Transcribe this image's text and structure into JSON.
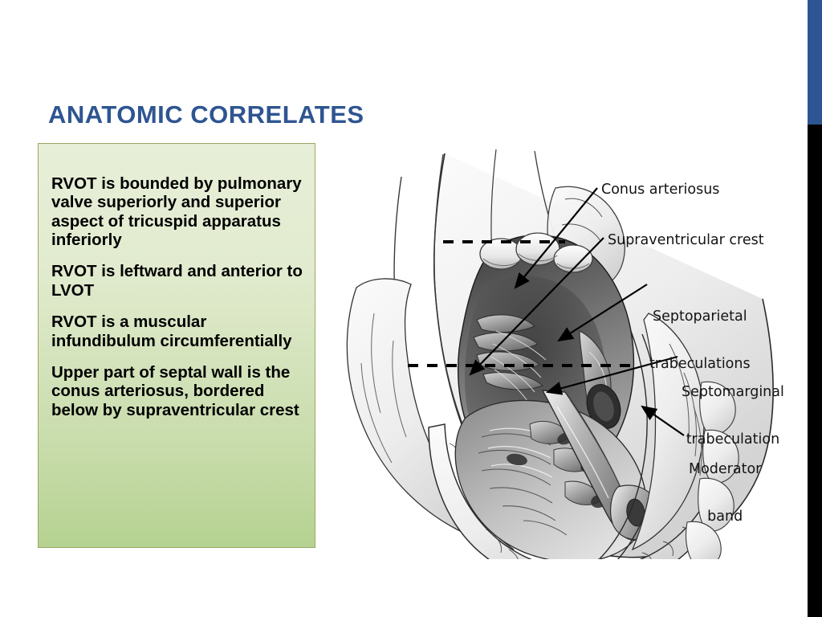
{
  "slide": {
    "title": "ANATOMIC CORRELATES",
    "accent_color": "#2E5591",
    "background_color": "#FFFFFF"
  },
  "edge_bars": {
    "top_color": "#2E5591",
    "bottom_color": "#000000"
  },
  "content_box": {
    "fill_top": "#E7EFD8",
    "fill_bottom": "#B5D291",
    "border_color": "#9AA861",
    "bullets": [
      "RVOT is bounded by pulmonary valve superiorly and superior aspect of tricuspid apparatus inferiorly",
      "RVOT is leftward and anterior to LVOT",
      "RVOT is a muscular infundibulum circumferentially",
      "Upper part of septal wall is the conus arteriosus, bordered below by supraventricular crest"
    ]
  },
  "illustration": {
    "description": "Grayscale anatomical line drawing of a dissected heart showing the right ventricular outflow tract",
    "labels": [
      {
        "id": "conus",
        "text": "Conus arteriosus",
        "lines": [
          "Conus arteriosus"
        ]
      },
      {
        "id": "supraventricular",
        "text": "Supraventricular crest",
        "lines": [
          "Supraventricular crest"
        ]
      },
      {
        "id": "septoparietal",
        "text": "Septoparietal trabeculations",
        "line1": "Septoparietal",
        "line2": "trabeculations"
      },
      {
        "id": "septomarginal",
        "text": "Septomarginal trabeculation",
        "line1": "Septomarginal",
        "line2": "trabeculation"
      },
      {
        "id": "moderator",
        "text": "Moderator band",
        "line1": "Moderator",
        "line2": "band"
      }
    ]
  }
}
